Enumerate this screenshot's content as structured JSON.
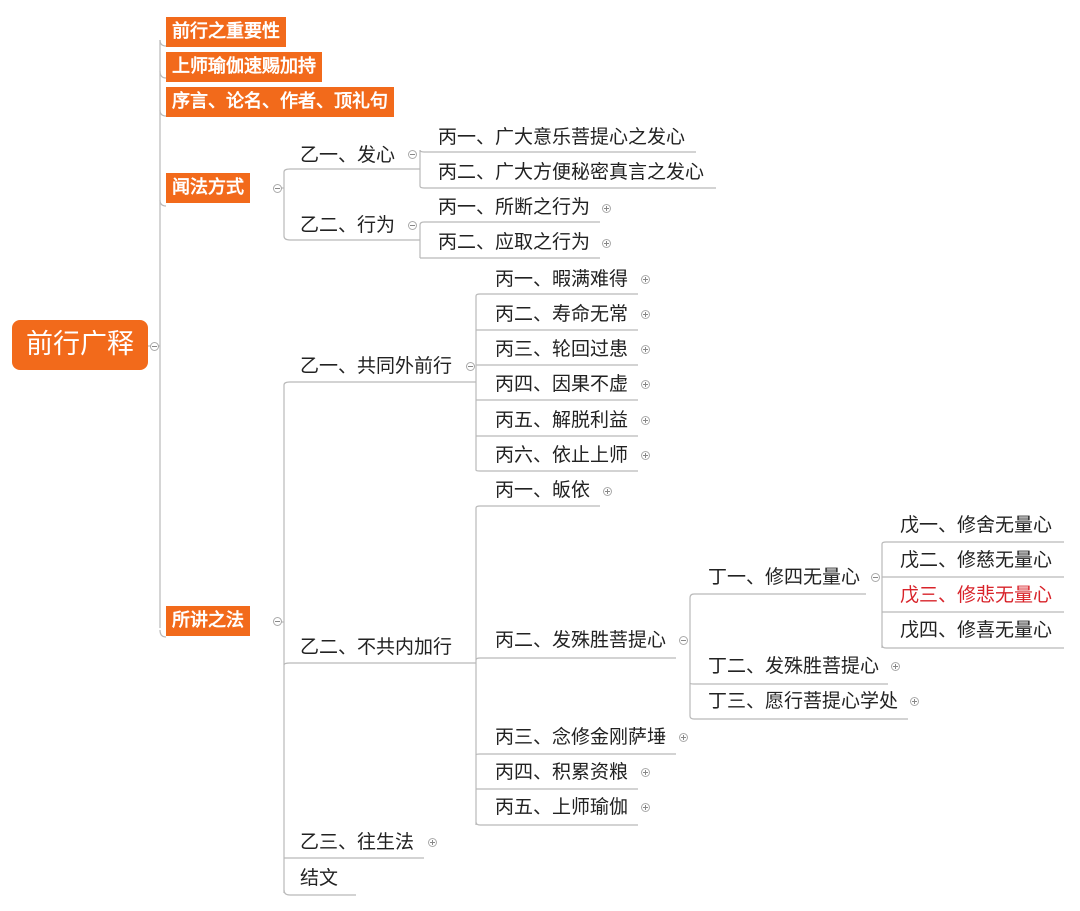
{
  "diagram": {
    "root": "前行广释",
    "top_branches": {
      "importance": "前行之重要性",
      "guru_yoga_blessing": "上师瑜伽速赐加持",
      "preface": "序言、论名、作者、顶礼句",
      "listening": "闻法方式",
      "teaching": "所讲之法"
    },
    "listening": {
      "motivation": "乙一、发心",
      "motivation_1": "丙一、广大意乐菩提心之发心",
      "motivation_2": "丙二、广大方便秘密真言之发心",
      "conduct": "乙二、行为",
      "conduct_1": "丙一、所断之行为",
      "conduct_2": "丙二、应取之行为"
    },
    "teaching": {
      "outer": "乙一、共同外前行",
      "outer_items": [
        "丙一、暇满难得",
        "丙二、寿命无常",
        "丙三、轮回过患",
        "丙四、因果不虚",
        "丙五、解脱利益",
        "丙六、依止上师"
      ],
      "inner": "乙二、不共内加行",
      "refuge": "丙一、皈依",
      "bodhicitta": "丙二、发殊胜菩提心",
      "four_immeasurables": "丁一、修四无量心",
      "immeasurables": [
        "戊一、修舍无量心",
        "戊二、修慈无量心",
        "戊三、修悲无量心",
        "戊四、修喜无量心"
      ],
      "arouse": "丁二、发殊胜菩提心",
      "training": "丁三、愿行菩提心学处",
      "vajrasattva": "丙三、念修金刚萨埵",
      "accumulation": "丙四、积累资粮",
      "guru_yoga": "丙五、上师瑜伽",
      "transference": "乙三、往生法",
      "conclusion": "结文"
    },
    "colors": {
      "accent": "#f26a1b",
      "highlight_text": "#d8232a",
      "line": "#b9b9b9"
    }
  }
}
